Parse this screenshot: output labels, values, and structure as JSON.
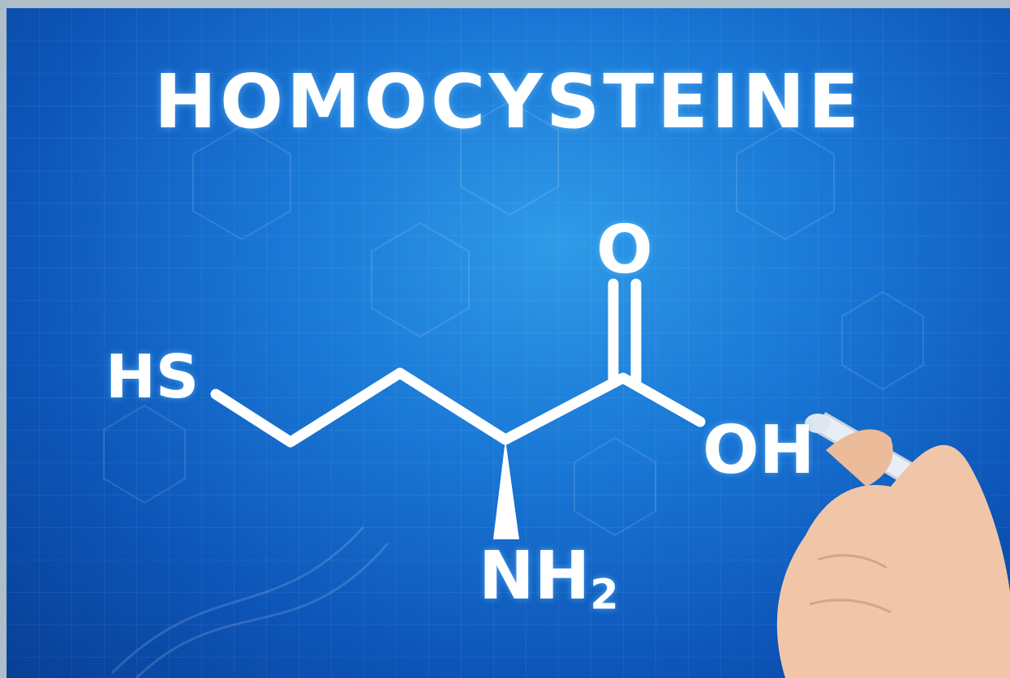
{
  "title": "HOMOCYSTEINE",
  "atoms": {
    "thiol": "HS",
    "carbonyl_oxygen": "O",
    "hydroxyl": "OH",
    "amine_main": "NH",
    "amine_sub": "2"
  },
  "colors": {
    "background": "#1a78d6",
    "ink": "#ffffff",
    "skin": "#f1c6a8"
  },
  "icons": {
    "hand": "hand-holding-marker-icon"
  }
}
